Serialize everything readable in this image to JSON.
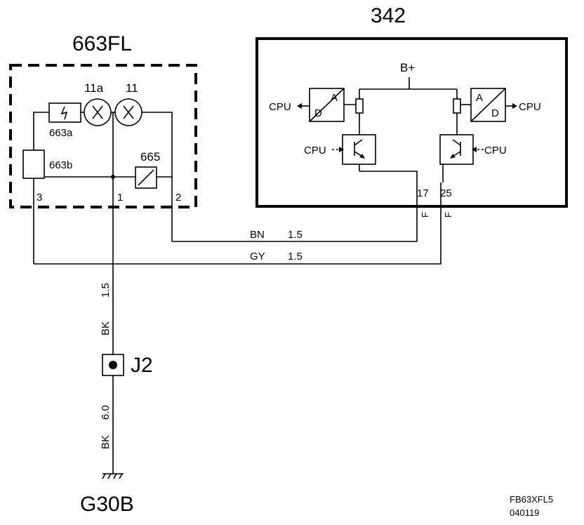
{
  "components": {
    "module_342": "342",
    "module_663fl": "663FL",
    "lamp_11a": "11a",
    "lamp_11": "11",
    "switch_663a": "663a",
    "sensor_663b": "663b",
    "diode_665": "665",
    "ground": "G30B",
    "splice": "J2"
  },
  "pins": {
    "p3": "3",
    "p1": "1",
    "p2": "2",
    "p17": "17",
    "p25": "25",
    "f1": "F",
    "f2": "F"
  },
  "module_342_internals": {
    "supply": "B+",
    "cpu": "CPU",
    "adc_a": "A",
    "adc_d": "D"
  },
  "wires": [
    {
      "color": "BN",
      "gauge": "1.5"
    },
    {
      "color": "GY",
      "gauge": "1.5"
    },
    {
      "color": "BK",
      "gauge": "1.5"
    },
    {
      "color": "BK",
      "gauge": "6.0"
    }
  ],
  "footer": {
    "code": "FB63XFL5",
    "date": "040119"
  }
}
